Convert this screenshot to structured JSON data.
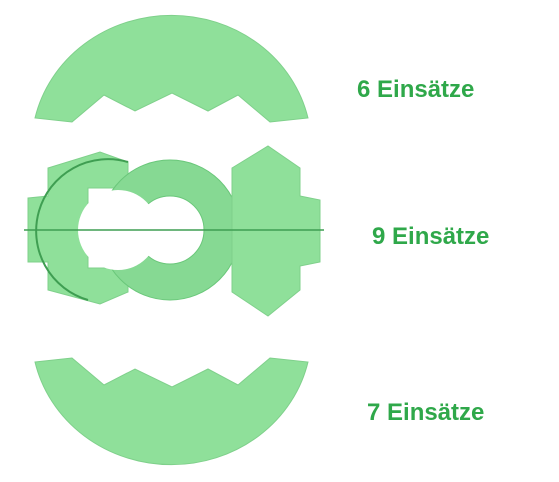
{
  "colors": {
    "fill": "#8fe09a",
    "fill_dark": "#7fd08b",
    "outline": "#6ac77a",
    "line": "#3f9e52",
    "label": "#2fa84a"
  },
  "items": [
    {
      "label": "6 Einsätze"
    },
    {
      "label": "9 Einsätze"
    },
    {
      "label": "7 Einsätze"
    }
  ]
}
